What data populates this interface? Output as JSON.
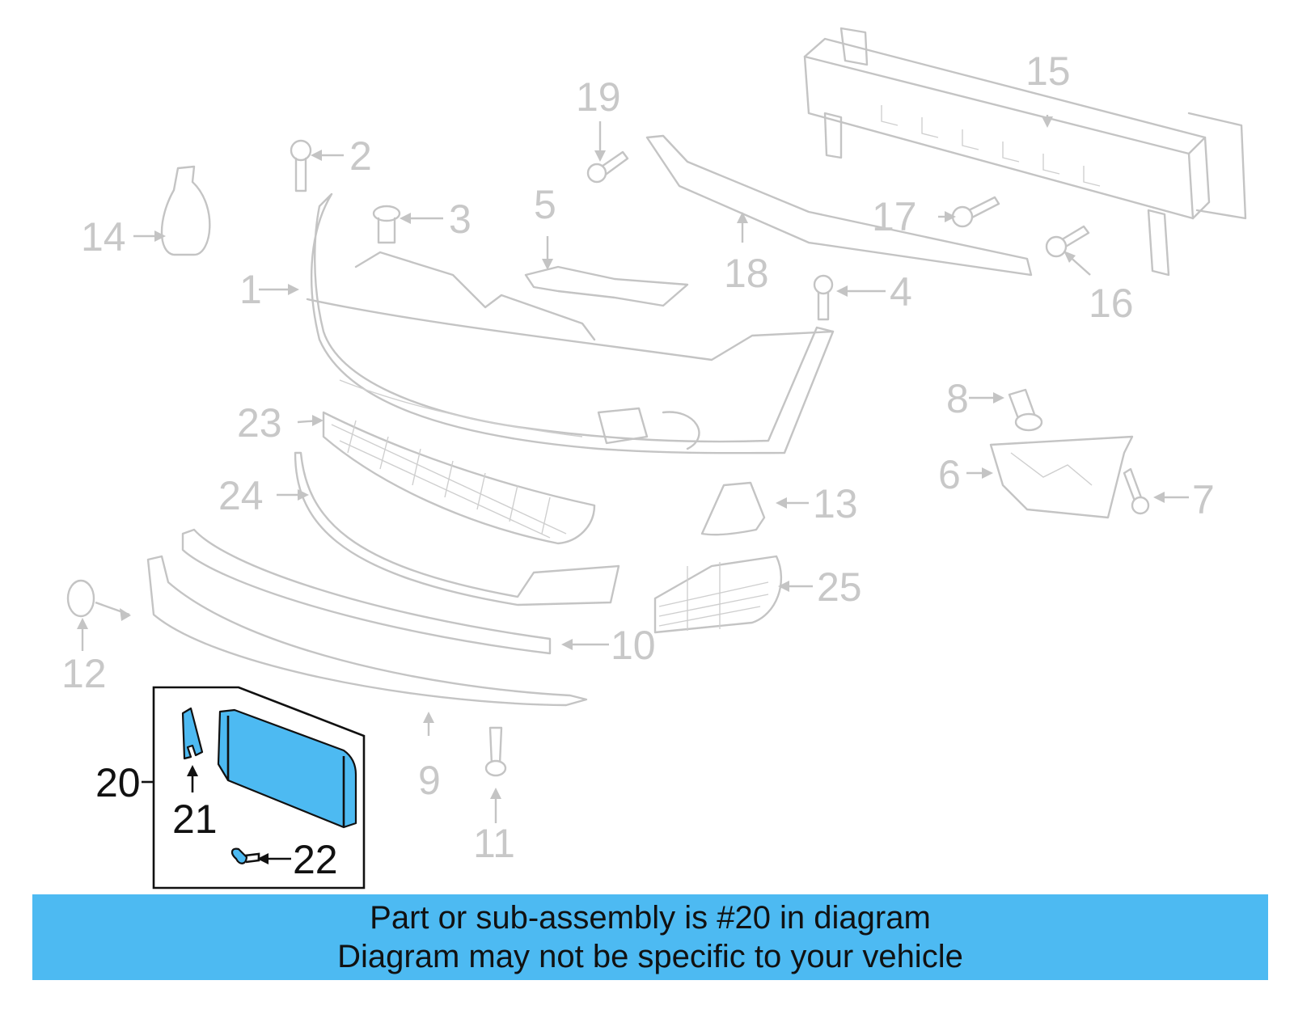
{
  "diagram": {
    "highlight_color": "#4dbaf2",
    "callouts": [
      {
        "id": "1",
        "text": "1"
      },
      {
        "id": "2",
        "text": "2"
      },
      {
        "id": "3",
        "text": "3"
      },
      {
        "id": "4",
        "text": "4"
      },
      {
        "id": "5",
        "text": "5"
      },
      {
        "id": "6",
        "text": "6"
      },
      {
        "id": "7",
        "text": "7"
      },
      {
        "id": "8",
        "text": "8"
      },
      {
        "id": "9",
        "text": "9"
      },
      {
        "id": "10",
        "text": "10"
      },
      {
        "id": "11",
        "text": "11"
      },
      {
        "id": "12",
        "text": "12"
      },
      {
        "id": "13",
        "text": "13"
      },
      {
        "id": "14",
        "text": "14"
      },
      {
        "id": "15",
        "text": "15"
      },
      {
        "id": "16",
        "text": "16"
      },
      {
        "id": "17",
        "text": "17"
      },
      {
        "id": "18",
        "text": "18"
      },
      {
        "id": "19",
        "text": "19"
      },
      {
        "id": "20",
        "text": "20"
      },
      {
        "id": "21",
        "text": "21"
      },
      {
        "id": "22",
        "text": "22"
      },
      {
        "id": "23",
        "text": "23"
      },
      {
        "id": "24",
        "text": "24"
      },
      {
        "id": "25",
        "text": "25"
      }
    ]
  },
  "banner": {
    "line1": "Part or sub-assembly is #20 in diagram",
    "line2": "Diagram may not be specific to your vehicle"
  }
}
